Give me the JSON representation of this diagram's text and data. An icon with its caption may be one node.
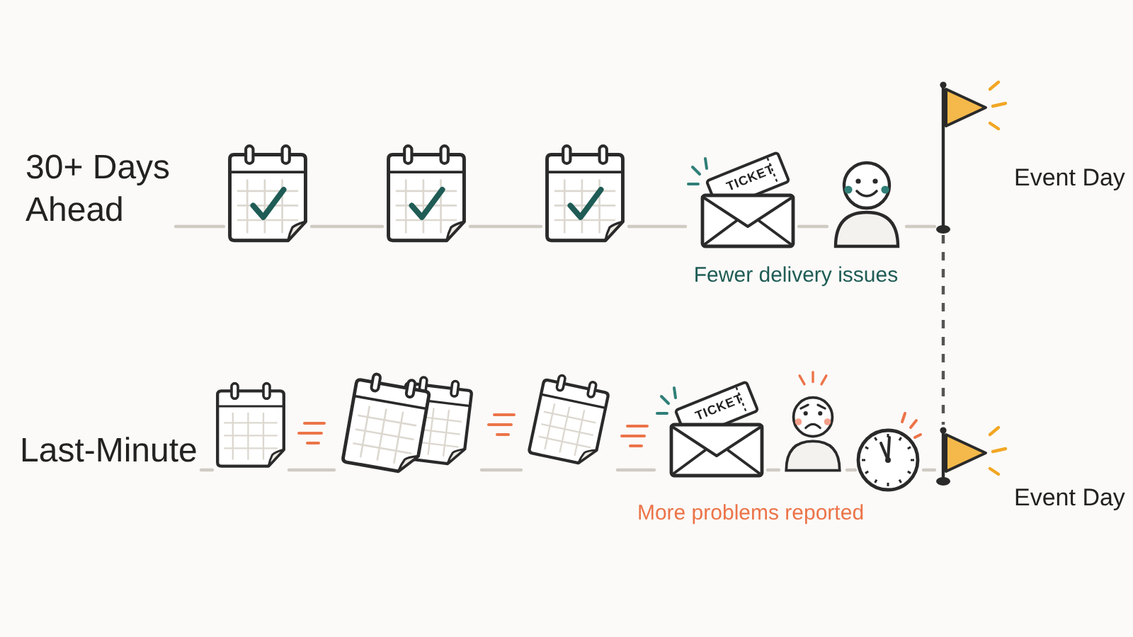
{
  "diagram": {
    "nodes": [
      {
        "text": [
          "30+ Days Ahead"
        ]
      },
      {
        "text": [],
        "shape": "picture"
      },
      {
        "text": [],
        "shape": "picture"
      },
      {
        "text": [],
        "shape": "picture"
      },
      {
        "text": [
          "TICKET"
        ]
      },
      {
        "text": [],
        "shape": "person"
      },
      {
        "text": [],
        "shape": "picture",
        "beside": [
          "Event Day"
        ]
      },
      {
        "text": [
          "Last-Minute"
        ]
      },
      {
        "text": [],
        "shape": "picture"
      },
      {
        "text": [],
        "shape": "picture"
      },
      {
        "text": [],
        "shape": "picture"
      },
      {
        "text": [
          "TICKET"
        ]
      },
      {
        "text": [],
        "shape": "person"
      },
      {
        "text": [],
        "shape": "picture"
      },
      {
        "text": [],
        "shape": "picture",
        "beside": [
          "Event Day"
        ]
      }
    ],
    "edges": [
      {
        "from": 0,
        "to": 1,
        "arrow": "none"
      },
      {
        "from": 1,
        "to": 2,
        "arrow": "none"
      },
      {
        "from": 2,
        "to": 3,
        "arrow": "none"
      },
      {
        "from": 3,
        "to": 4,
        "arrow": "none"
      },
      {
        "from": 4,
        "to": 5,
        "arrow": "none"
      },
      {
        "from": 5,
        "to": 6,
        "arrow": "none"
      },
      {
        "from": 7,
        "to": 8,
        "arrow": "none"
      },
      {
        "from": 8,
        "to": 9,
        "arrow": "none"
      },
      {
        "from": 9,
        "to": 10,
        "arrow": "none"
      },
      {
        "from": 10,
        "to": 11,
        "arrow": "none"
      },
      {
        "from": 11,
        "to": 12,
        "arrow": "none"
      },
      {
        "from": 12,
        "to": 13,
        "arrow": "none"
      },
      {
        "from": 13,
        "to": 14,
        "arrow": "none"
      },
      {
        "from": 6,
        "to": 14,
        "arrow": "none",
        "style": "dashed",
        "color": "#555555"
      }
    ],
    "labels": [
      "Fewer delivery issues",
      "More problems reported"
    ]
  }
}
